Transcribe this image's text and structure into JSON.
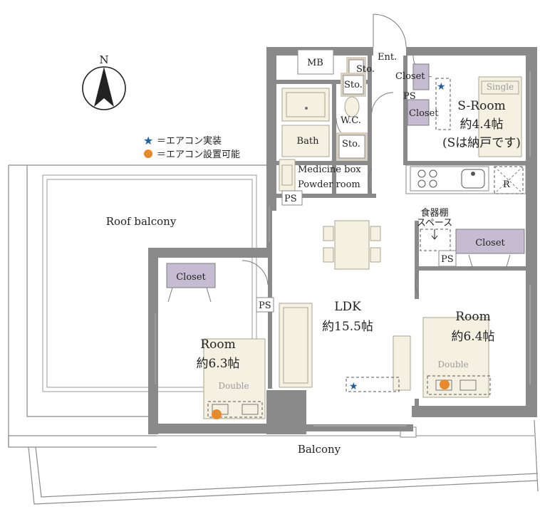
{
  "compass": {
    "label": "N"
  },
  "legend": {
    "aircon_installed": "＝エアコン実装",
    "aircon_possible": "＝エアコン設置可能",
    "star_color": "#1f5fa0",
    "dot_color": "#e8892a"
  },
  "rooms": {
    "mb": "MB",
    "ent": "Ent.",
    "sto_top": "Sto.",
    "sto_mid": "Sto.",
    "sto_low": "Sto.",
    "closet_ent": "Closet",
    "ps_ent": "PS",
    "closet_s": "Closet",
    "wc": "W.C.",
    "bath": "Bath",
    "medicine": "Medicine box",
    "powder": "Powder room",
    "ps_powder": "PS",
    "s_room_name": "S-Room",
    "s_room_size": "約4.4帖",
    "s_room_note": "(Sは納戸です)",
    "single": "Single",
    "fridge": "R",
    "dish_space_1": "食器棚",
    "dish_space_2": "スペース",
    "closet_r2": "Closet",
    "ps_r2": "PS",
    "roof_balcony": "Roof balcony",
    "closet_r1": "Closet",
    "ps_ldk": "PS",
    "ldk_name": "LDK",
    "ldk_size": "約15.5帖",
    "room1_name": "Room",
    "room1_size": "約6.3帖",
    "double1": "Double",
    "room2_name": "Room",
    "room2_size": "約6.4帖",
    "double2": "Double",
    "balcony": "Balcony"
  },
  "colors": {
    "wall": "#8a8a8a",
    "closet": "#c6bcd1",
    "fixture": "#f4f1e2"
  }
}
